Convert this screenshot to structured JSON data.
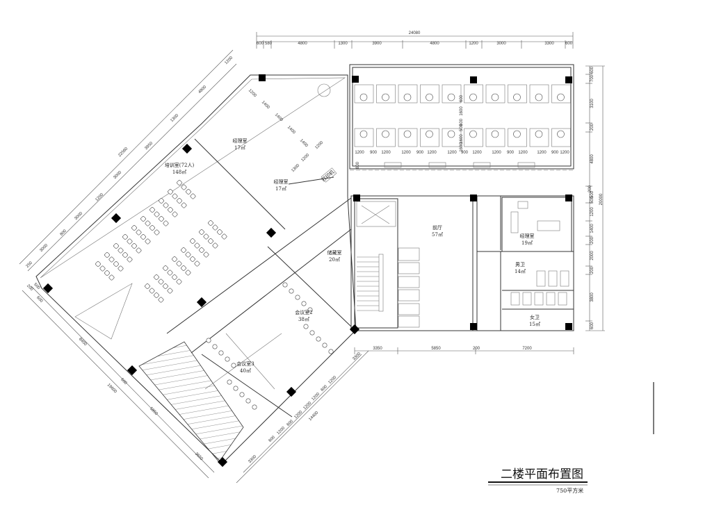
{
  "title": "二楼平面布置图",
  "subtitle": "750平方米",
  "rooms": {
    "training": {
      "name": "培训室(72人)",
      "area": "148㎡"
    },
    "manager1": {
      "name": "经理室",
      "area": "17㎡"
    },
    "manager2": {
      "name": "经理室",
      "area": "17㎡"
    },
    "storage": {
      "name": "储藏室",
      "area": "20㎡"
    },
    "meeting2": {
      "name": "会议室2",
      "area": "38㎡"
    },
    "meeting3": {
      "name": "会议室3",
      "area": "40㎡"
    },
    "lobby": {
      "name": "前厅",
      "area": "57㎡"
    },
    "manager3": {
      "name": "经理室",
      "area": "19㎡"
    },
    "men_wc": {
      "name": "男卫",
      "area": "14㎡"
    },
    "women_wc": {
      "name": "女卫",
      "area": "15㎡"
    },
    "printer": {
      "name": "打印机"
    }
  },
  "dims": {
    "top_total": "24080",
    "top": [
      "600",
      "580",
      "4800",
      "1300",
      "3900",
      "4800",
      "1200",
      "3000",
      "3300",
      "600"
    ],
    "right_total": "20000",
    "right": [
      "600",
      "700",
      "3100",
      "200",
      "4800",
      "200",
      "500",
      "500",
      "1200",
      "1400",
      "200",
      "2000",
      "200",
      "3800",
      "600"
    ],
    "office": [
      "1200",
      "900",
      "1200",
      "1200",
      "900",
      "1200",
      "1200",
      "900",
      "1200",
      "1200",
      "900",
      "1200",
      "1200",
      "900",
      "1200"
    ],
    "office_v": [
      "600",
      "1600",
      "600",
      "500",
      "1600",
      "1600",
      "800"
    ],
    "bottom": [
      "3350",
      "5850",
      "200",
      "7200"
    ],
    "left_total": "22560",
    "left": [
      "1200",
      "4800",
      "1300",
      "3950",
      "3000",
      "1200",
      "3000",
      "800",
      "3000",
      "250"
    ],
    "bottom_left_total": "19600",
    "bottom_left": [
      "8400",
      "600",
      "5850",
      "3650",
      "200",
      "500",
      "600"
    ],
    "bottom_right_total": "14400",
    "bottom_right": [
      "3300",
      "600",
      "1200",
      "600",
      "1200",
      "1200",
      "1200",
      "600",
      "1200",
      "3300"
    ],
    "desk": [
      "1200",
      "1400",
      "1400",
      "1400",
      "1400",
      "1200",
      "1200",
      "1300"
    ]
  }
}
